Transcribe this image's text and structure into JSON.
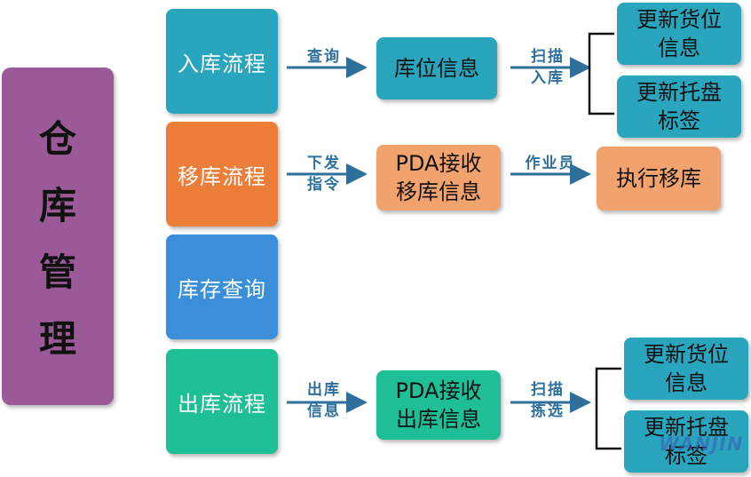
{
  "colors": {
    "purple": "#9b5997",
    "teal": "#2aa5be",
    "orange": "#ec7e3a",
    "light_orange": "#f2a26d",
    "blue": "#3a8fd8",
    "green": "#1fbf96",
    "arrow_blue": "#2e6f9c"
  },
  "title": [
    "仓",
    "库",
    "管",
    "理"
  ],
  "processes": {
    "inbound": "入库流程",
    "transfer": "移库流程",
    "inventory": "库存查询",
    "outbound": "出库流程"
  },
  "inbound_row": {
    "arrow1_label": "查询",
    "mid_box": "库位信息",
    "arrow2_label": [
      "扫描",
      "入库"
    ],
    "leaf_top": [
      "更新货位",
      "信息"
    ],
    "leaf_bottom": [
      "更新托盘",
      "标签"
    ]
  },
  "transfer_row": {
    "arrow1_label": [
      "下发",
      "指令"
    ],
    "mid_box": [
      "PDA接收",
      "移库信息"
    ],
    "arrow2_label": "作业员",
    "leaf": "执行移库"
  },
  "outbound_row": {
    "arrow1_label": [
      "出库",
      "信息"
    ],
    "mid_box": [
      "PDA接收",
      "出库信息"
    ],
    "arrow2_label": [
      "扫描",
      "拣选"
    ],
    "leaf_top": [
      "更新货位",
      "信息"
    ],
    "leaf_bottom": [
      "更新托盘",
      "标签"
    ]
  },
  "watermark": "WANJIN"
}
